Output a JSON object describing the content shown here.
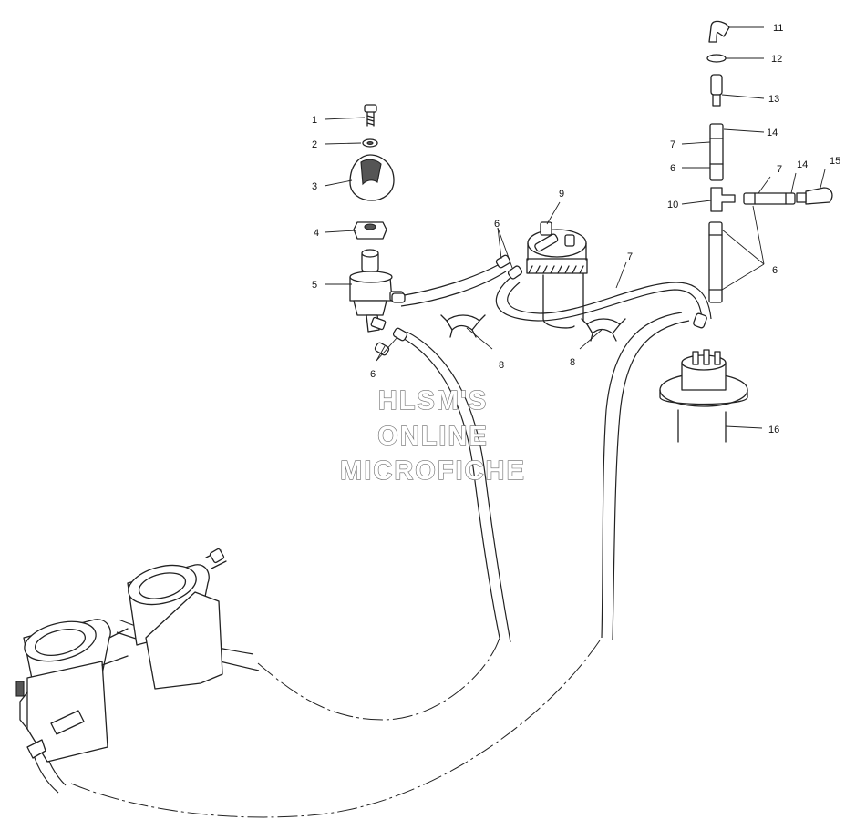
{
  "callouts": {
    "c1": "1",
    "c2": "2",
    "c3": "3",
    "c4": "4",
    "c5": "5",
    "c6a": "6",
    "c6b": "6",
    "c6c": "6",
    "c6d": "6",
    "c7a": "7",
    "c7b": "7",
    "c7c": "7",
    "c8a": "8",
    "c8b": "8",
    "c9": "9",
    "c10": "10",
    "c11": "11",
    "c12": "12",
    "c13": "13",
    "c14a": "14",
    "c14b": "14",
    "c15": "15",
    "c16": "16"
  },
  "watermark": {
    "line1": "HLSM'S",
    "line2": "ONLINE",
    "line3": "MICROFICHE"
  }
}
